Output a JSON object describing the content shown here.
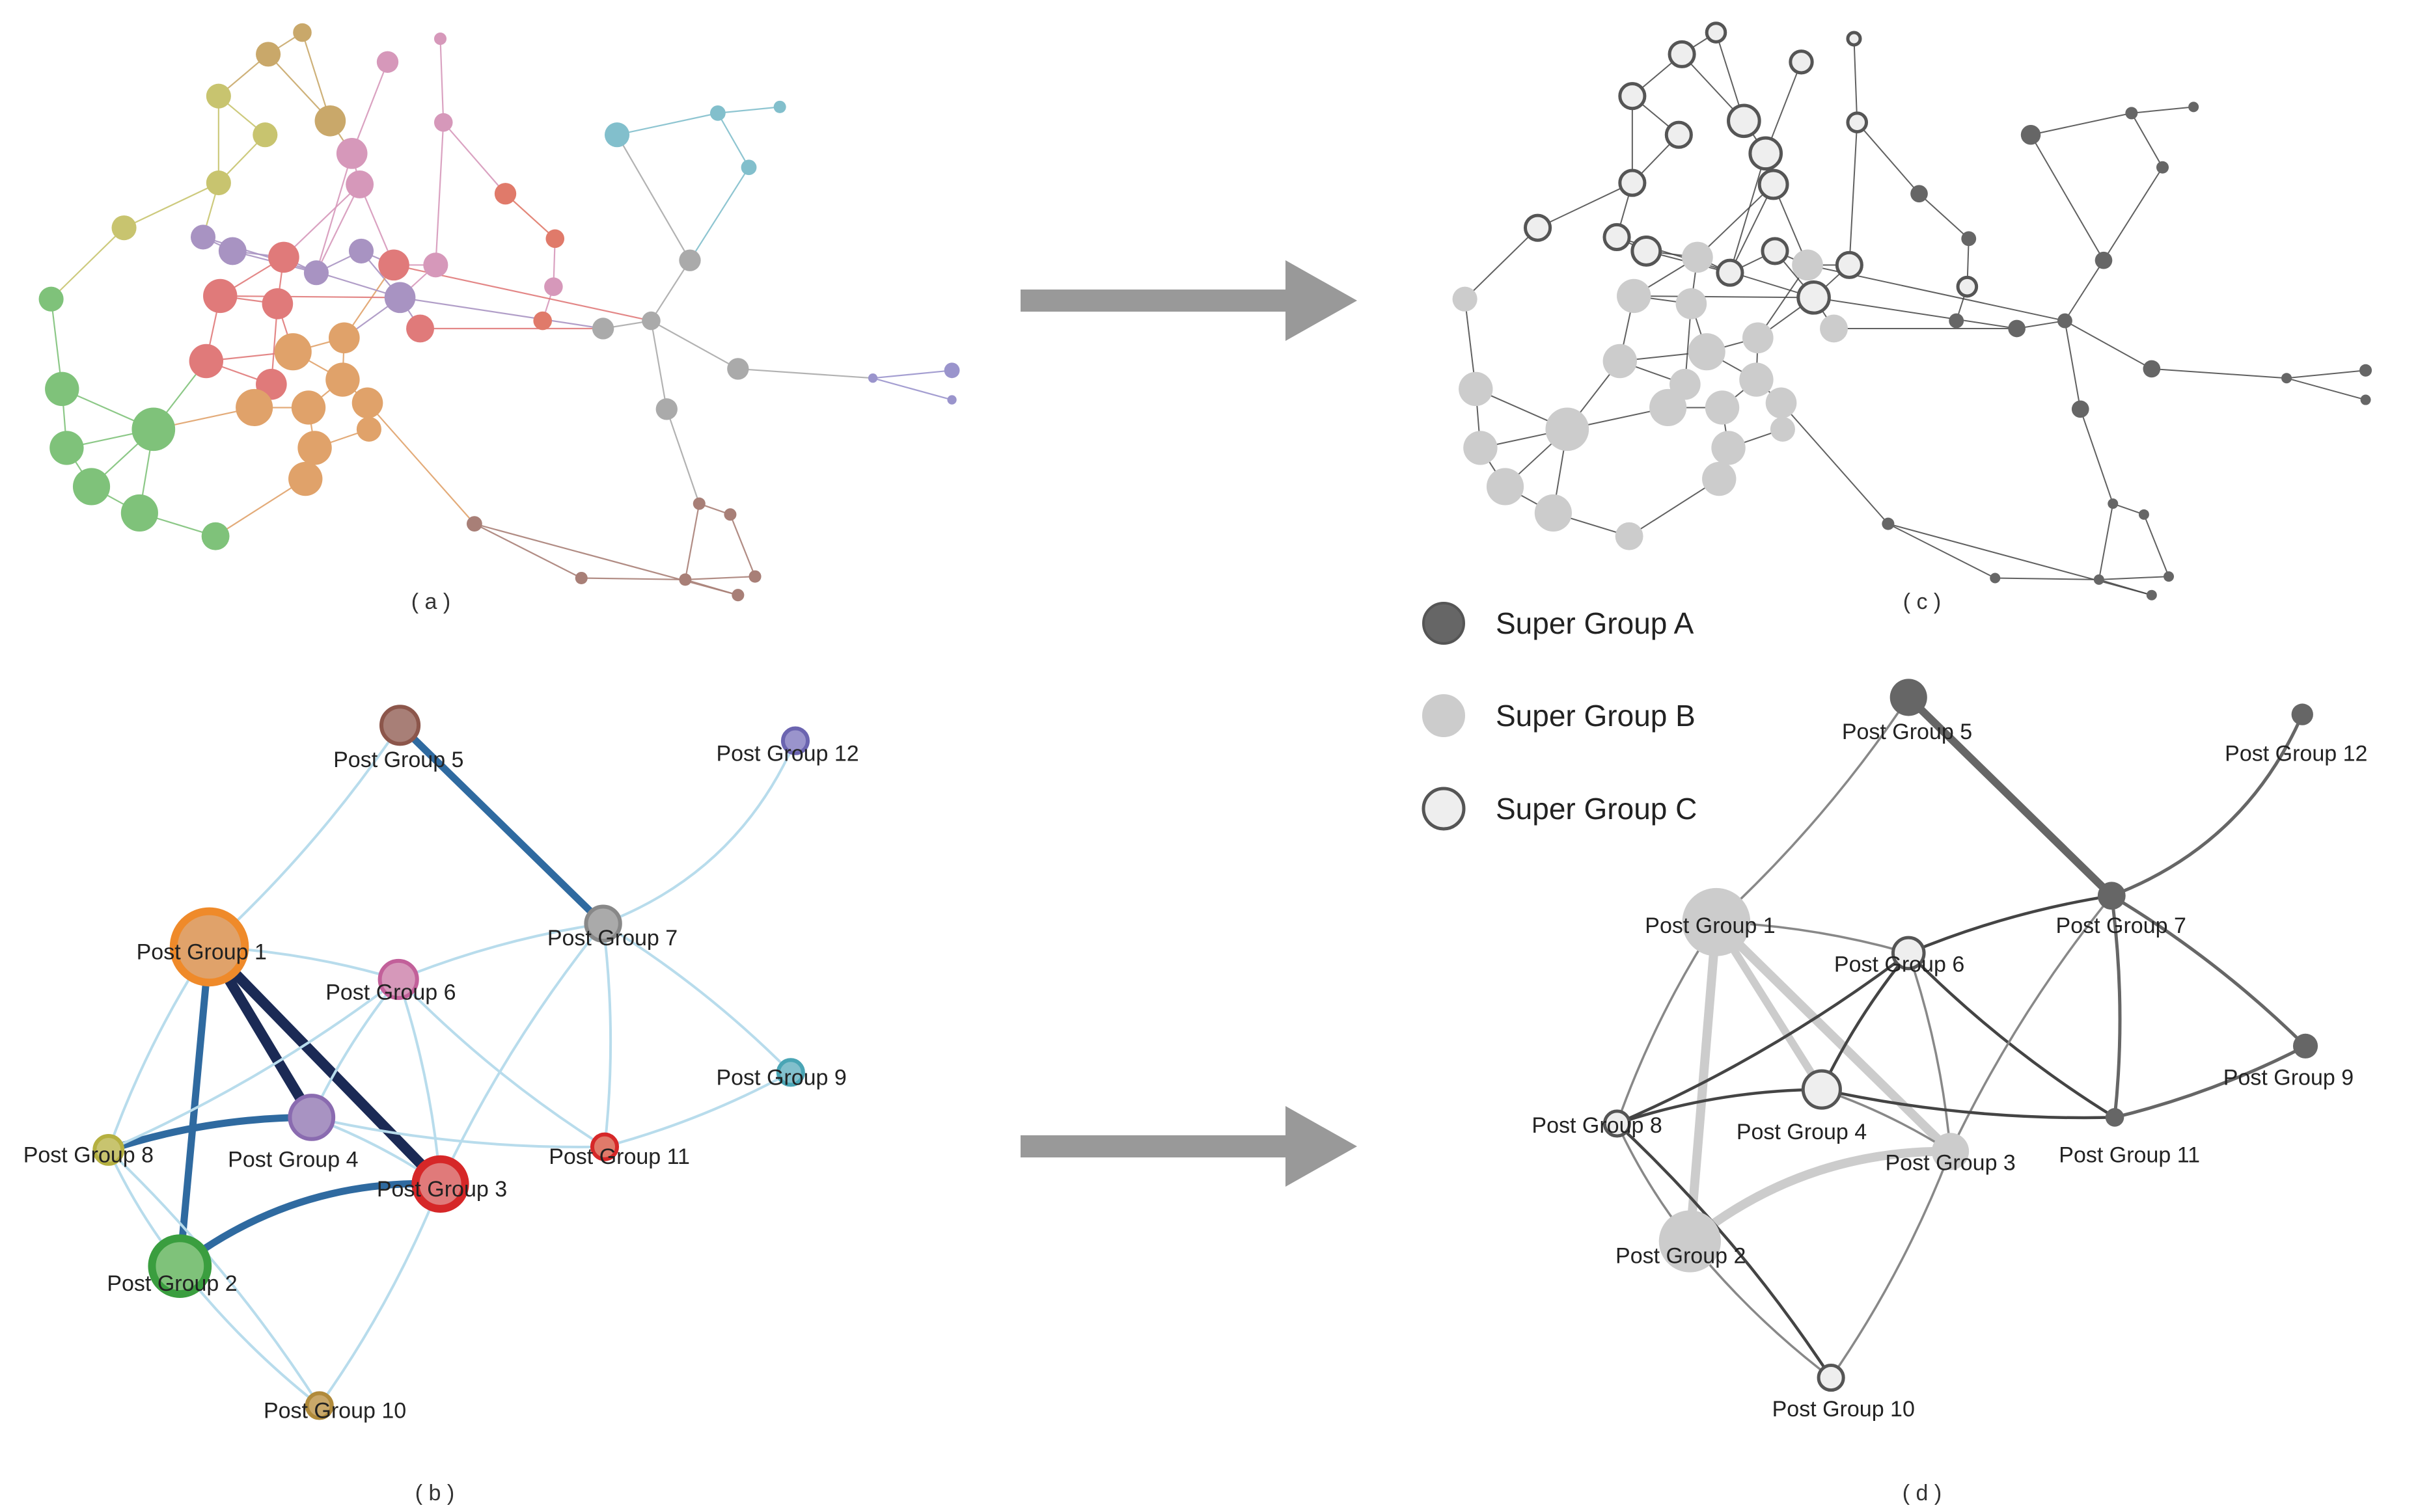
{
  "panels": {
    "a": {
      "caption": "( a )"
    },
    "b": {
      "caption": "( b )"
    },
    "c": {
      "caption": "( c )"
    },
    "d": {
      "caption": "( d )"
    }
  },
  "legend": {
    "items": [
      {
        "key": "A",
        "label": "Super Group A",
        "fill": "#666666",
        "stroke": "#555555"
      },
      {
        "key": "B",
        "label": "Super Group B",
        "fill": "#cccccc",
        "stroke": "#cccccc"
      },
      {
        "key": "C",
        "label": "Super Group C",
        "fill": "#eeeeee",
        "stroke": "#555555"
      }
    ]
  },
  "post_groups": [
    {
      "id": 1,
      "label": "Post Group 1",
      "fill": "#e0a26a",
      "stroke": "#ef8a2a",
      "super": "B"
    },
    {
      "id": 2,
      "label": "Post Group 2",
      "fill": "#7fc27a",
      "stroke": "#3a9e3f",
      "super": "B"
    },
    {
      "id": 3,
      "label": "Post Group 3",
      "fill": "#e07a7a",
      "stroke": "#d62728",
      "super": "B"
    },
    {
      "id": 4,
      "label": "Post Group 4",
      "fill": "#a893c2",
      "stroke": "#8a6bb0",
      "super": "C"
    },
    {
      "id": 5,
      "label": "Post Group 5",
      "fill": "#a87f77",
      "stroke": "#8c564b",
      "super": "A"
    },
    {
      "id": 6,
      "label": "Post Group 6",
      "fill": "#d698ba",
      "stroke": "#c2609a",
      "super": "C"
    },
    {
      "id": 7,
      "label": "Post Group 7",
      "fill": "#aaaaaa",
      "stroke": "#888888",
      "super": "A"
    },
    {
      "id": 8,
      "label": "Post Group 8",
      "fill": "#c8c46f",
      "stroke": "#b5b040",
      "super": "C"
    },
    {
      "id": 9,
      "label": "Post Group 9",
      "fill": "#82bfcc",
      "stroke": "#4aa5b5",
      "super": "A"
    },
    {
      "id": 10,
      "label": "Post Group 10",
      "fill": "#c9a86a",
      "stroke": "#b08a3a",
      "super": "C"
    },
    {
      "id": 11,
      "label": "Post Group 11",
      "fill": "#e07a6a",
      "stroke": "#d62728",
      "super": "A"
    },
    {
      "id": 12,
      "label": "Post Group 12",
      "fill": "#9a94cc",
      "stroke": "#6b64b0",
      "super": "A"
    }
  ],
  "colors": {
    "arrow": "#999999",
    "edge_light": "#b8dcec",
    "edge_mid": "#2f6aa0",
    "edge_dark": "#1b2a55",
    "super_a": "#666666",
    "super_b": "#cccccc",
    "super_c_fill": "#eeeeee",
    "super_c_stroke": "#555555"
  }
}
